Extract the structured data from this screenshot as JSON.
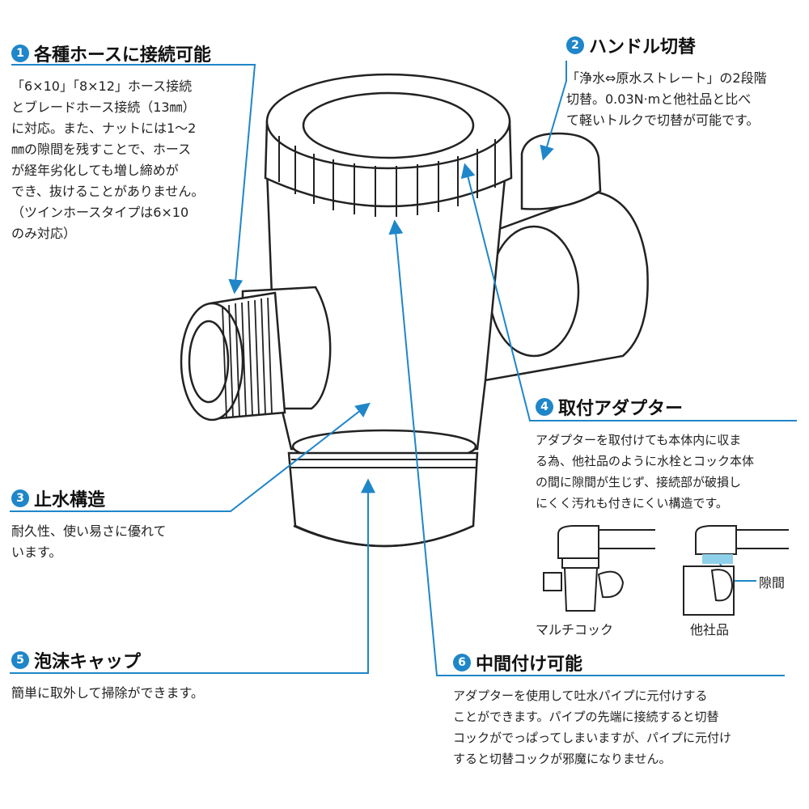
{
  "colors": {
    "accent": "#1f86c9",
    "line": "#1f86c9",
    "body_fill": "#ffffff",
    "stroke": "#222222",
    "gap_highlight": "#8fd0ea"
  },
  "features": [
    {
      "number": "1",
      "title": "各種ホースに接続可能",
      "text": "「6×10」「8×12」ホース接続\nとブレードホース接続（13㎜）\nに対応。また、ナットには1～2\n㎜の隙間を残すことで、ホース\nが経年劣化しても増し締めが\nでき、抜けることがありません。\n（ツインホースタイプは6×10\nのみ対応）"
    },
    {
      "number": "2",
      "title": "ハンドル切替",
      "text": "「浄水⇔原水ストレート」の2段階\n切替。0.03N·mと他社品と比べ\nて軽いトルクで切替が可能です。"
    },
    {
      "number": "3",
      "title": "止水構造",
      "text": "耐久性、使い易さに優れて\nいます。"
    },
    {
      "number": "4",
      "title": "取付アダプター",
      "text": "アダプターを取付けても本体内に収ま\nる為、他社品のように水栓とコック本体\nの間に隙間が生じず、接続部が破損し\nにくく汚れも付きにくい構造です。"
    },
    {
      "number": "5",
      "title": "泡沫キャップ",
      "text": "簡単に取外して掃除ができます。"
    },
    {
      "number": "6",
      "title": "中間付け可能",
      "text": "アダプターを使用して吐水パイプに元付けする\nことができます。パイプの先端に接続すると切替\nコックがでっぱってしまいますが、パイプに元付け\nすると切替コックが邪魔になりません。"
    }
  ],
  "comparison": {
    "left_label": "マルチコック",
    "right_label": "他社品",
    "gap_label": "隙間"
  }
}
